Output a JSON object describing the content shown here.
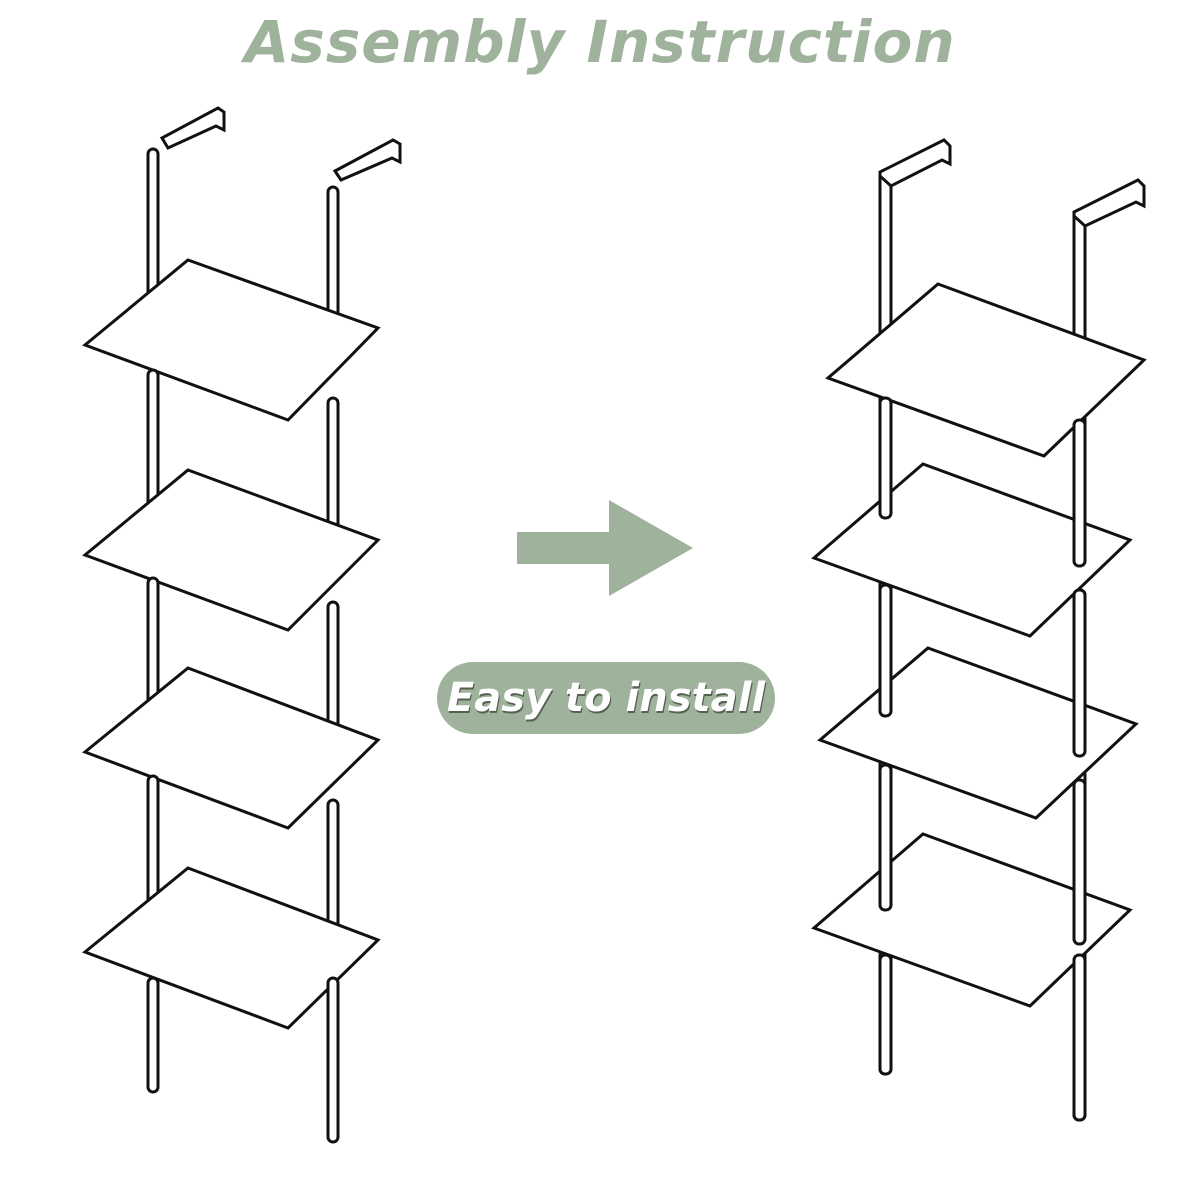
{
  "title": "Assembly Instruction",
  "badge": "Easy to install",
  "colors": {
    "accent": "#9fb29c",
    "line": "#111111",
    "background": "#ffffff"
  },
  "diagram": {
    "left_state": "exploded parts: 4 shelf boards, 8 uprights, 2 wall brackets",
    "right_state": "assembled 4-tier ladder shelf",
    "arrow": "right-arrow-icon"
  }
}
